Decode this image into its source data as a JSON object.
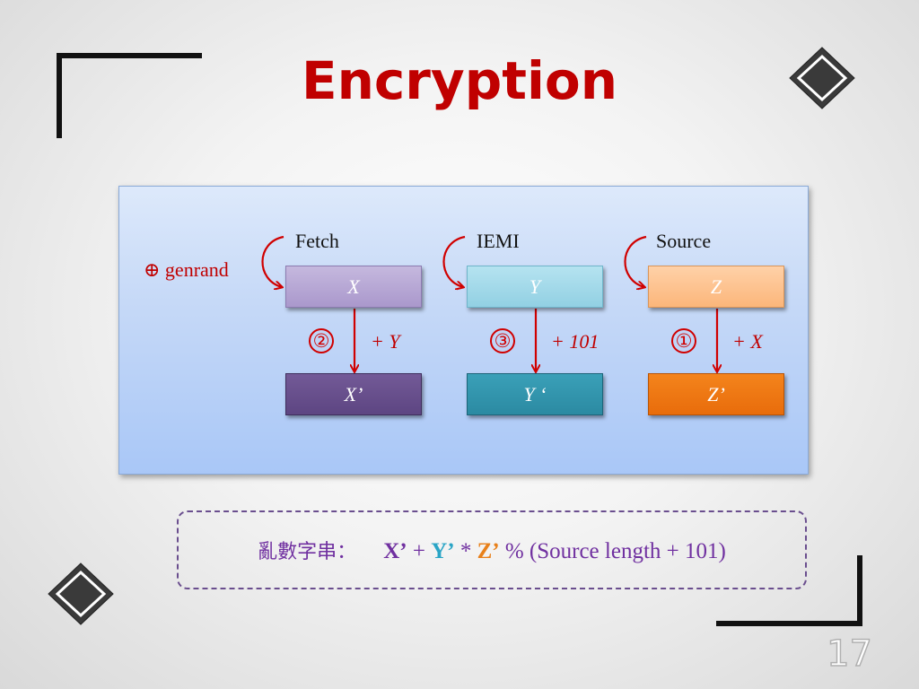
{
  "title": "Encryption",
  "columns": [
    {
      "label": "Fetch",
      "top_box": "X",
      "bottom_box": "X’",
      "step": "②",
      "operation": "+ Y"
    },
    {
      "label": "IEMI",
      "top_box": "Y",
      "bottom_box": "Y ‘",
      "step": "③",
      "operation": "+ 101"
    },
    {
      "label": "Source",
      "top_box": "Z",
      "bottom_box": "Z’",
      "step": "①",
      "operation": "+ X"
    }
  ],
  "genrand": "⊕ genrand",
  "formula": {
    "label": "亂數字串：",
    "x": "X’",
    "plus": "+",
    "y": "Y’",
    "times": "*",
    "z": "Z’",
    "rest": "% (Source length + 101)"
  },
  "page_number": "17",
  "colors": {
    "title": "#c00000",
    "annotation": "#c00000",
    "formula": "#7030a0"
  }
}
